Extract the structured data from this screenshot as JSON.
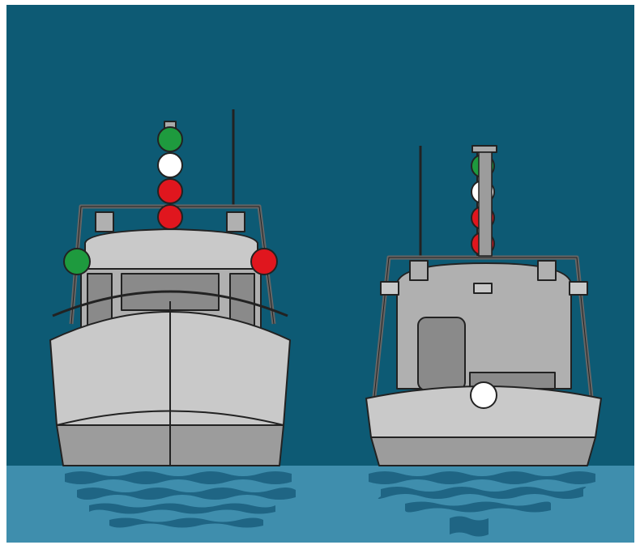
{
  "scene": {
    "description_free": true,
    "colors": {
      "night_sky": "#0d5a74",
      "water": "#3f8ead",
      "water_shadow": "#1f6584",
      "hull_light": "#c9c9c9",
      "hull_dark": "#9c9c9c",
      "cabin_dark": "#8a8a8a",
      "outline": "#222222",
      "light_green": "#1e9a3e",
      "light_white": "#ffffff",
      "light_red": "#e0161e"
    },
    "vessels": [
      {
        "id": "vessel-bow-view",
        "masthead_lights": [
          "green",
          "white",
          "red",
          "red"
        ],
        "sidelights": [
          "green",
          "red"
        ]
      },
      {
        "id": "vessel-stern-view",
        "masthead_lights": [
          "green",
          "white",
          "red",
          "red"
        ],
        "sternlight": "white"
      }
    ]
  }
}
